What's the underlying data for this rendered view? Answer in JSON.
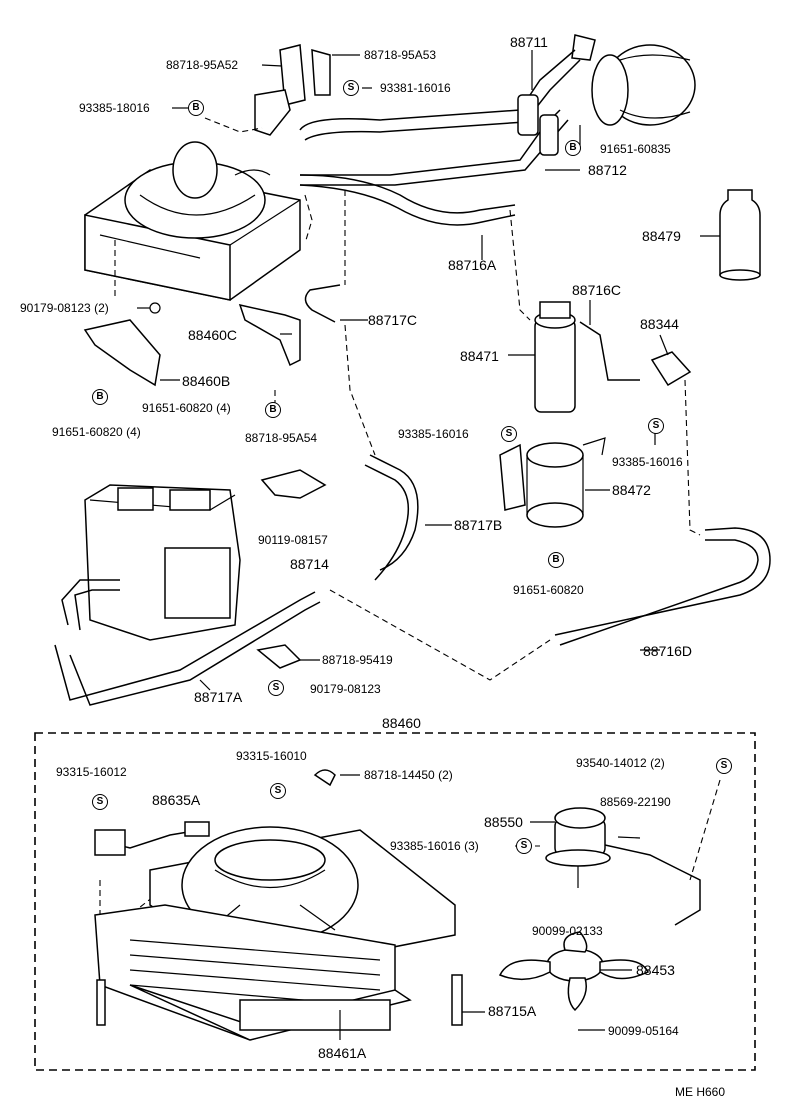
{
  "labels": {
    "p88718_95A52": "88718-95A52",
    "p88718_95A53": "88718-95A53",
    "p88711": "88711",
    "p93381_16016": "93381-16016",
    "p93385_18016": "93385-18016",
    "p91651_60835": "91651-60835",
    "p88712": "88712",
    "p88479": "88479",
    "p88716A": "88716A",
    "p90179_08123a": "90179-08123 (2)",
    "p88460C": "88460C",
    "p88717C": "88717C",
    "p88716C": "88716C",
    "p88344": "88344",
    "p88460B": "88460B",
    "p88471": "88471",
    "p91651_60820_4": "91651-60820 (4)",
    "p91651_60820_4b": "91651-60820 (4)",
    "p93385_16016a": "93385-16016",
    "p93385_16016b": "93385-16016",
    "p88718_95A54": "88718-95A54",
    "p88472": "88472",
    "p90119_08157": "90119-08157",
    "p88717B": "88717B",
    "p88714": "88714",
    "p91651_60820": "91651-60820",
    "p88718_95419": "88718-95419",
    "p88716D": "88716D",
    "p90179_08123b": "90179-08123",
    "p88717A": "88717A",
    "p88460": "88460",
    "p93315_16010": "93315-16010",
    "p93315_16012": "93315-16012",
    "p88718_14450": "88718-14450 (2)",
    "p93540_14012": "93540-14012 (2)",
    "p88635A": "88635A",
    "p88550": "88550",
    "p88569_22190": "88569-22190",
    "p93385_16016_3": "93385-16016 (3)",
    "p90099_02133": "90099-02133",
    "p88453": "88453",
    "p88715A": "88715A",
    "p90099_05164": "90099-05164",
    "p88461A": "88461A",
    "footer_code": "ME  H660"
  },
  "symbols": {
    "s": "S",
    "b": "B"
  }
}
